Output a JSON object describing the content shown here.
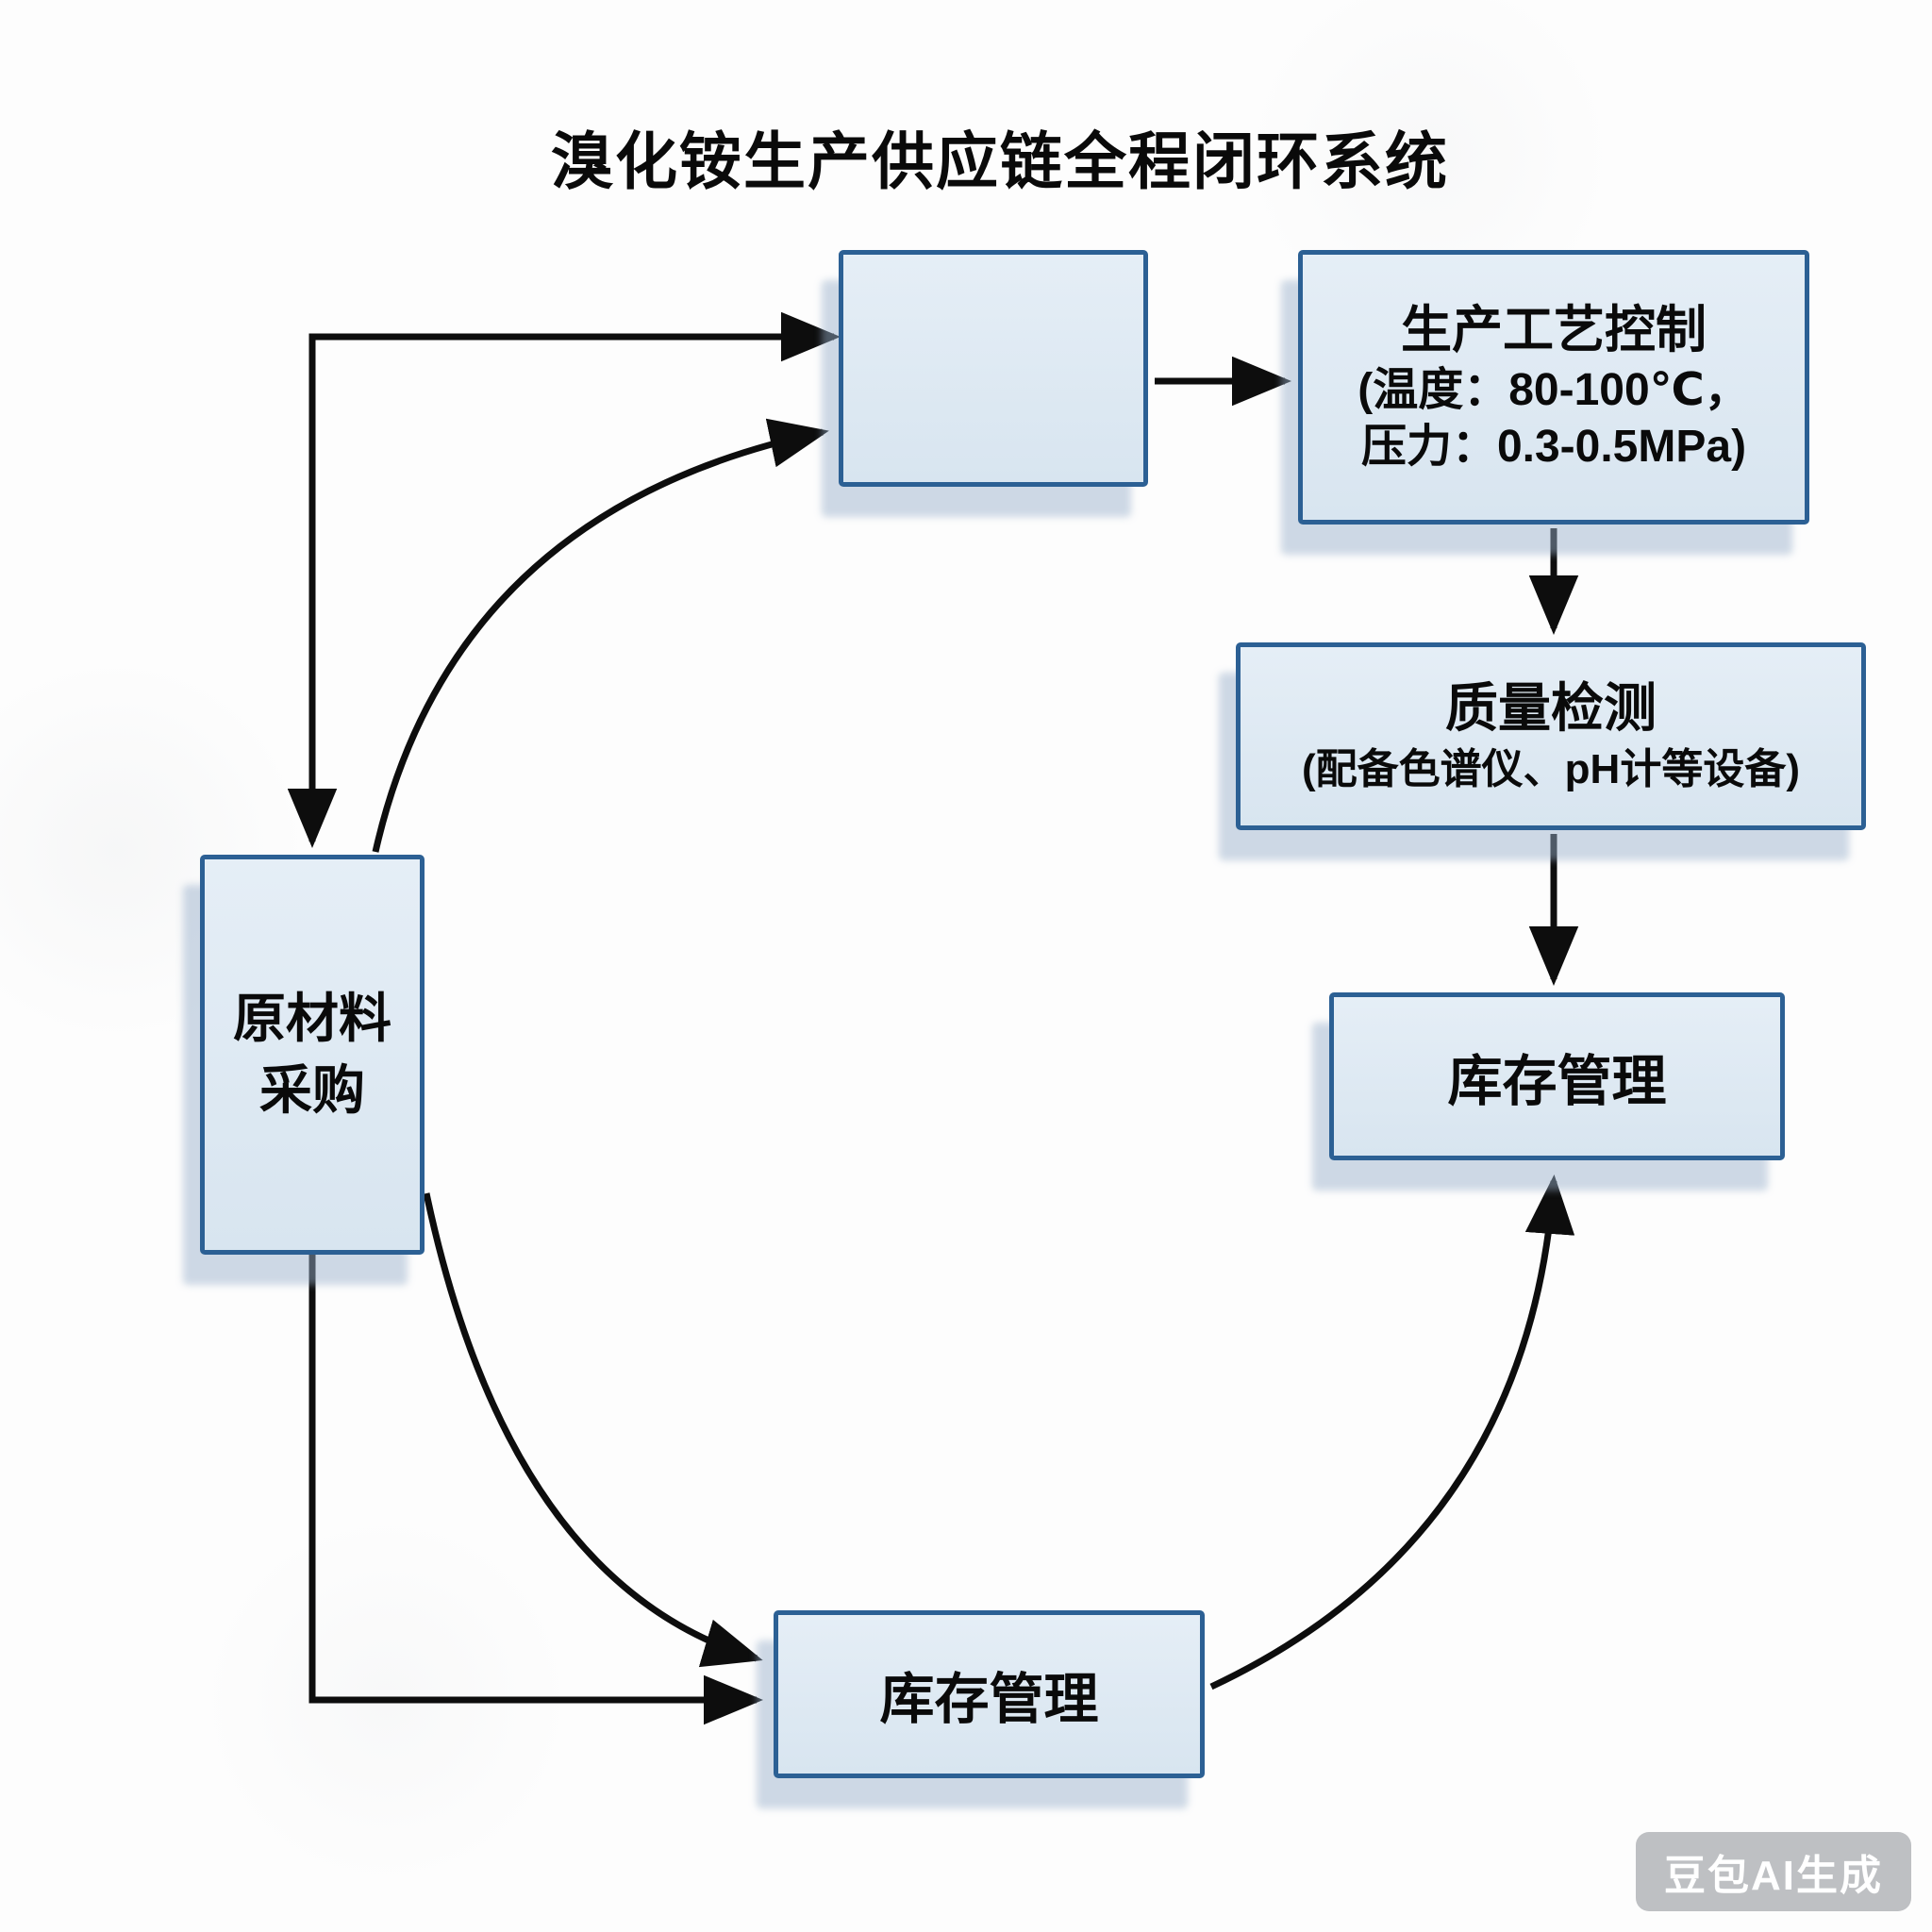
{
  "title": "溴化铵生产供应链全程闭环系统",
  "nodes": {
    "blank": {
      "label": ""
    },
    "process_control": {
      "line1": "生产工艺控制",
      "line2": "(温度：80-100℃，",
      "line3": "压力：0.3-0.5MPa)"
    },
    "quality_check": {
      "line1": "质量检测",
      "line2": "(配备色谱仪、pH计等设备)"
    },
    "inventory_right": {
      "label": "库存管理"
    },
    "raw_material": {
      "line1": "原材料",
      "line2": "采购"
    },
    "inventory_bottom": {
      "label": "库存管理"
    }
  },
  "watermark": "豆包AI生成",
  "colors": {
    "box_fill": "#dce8f1",
    "box_border": "#2c6094",
    "arrow": "#0d0d0d",
    "shadow": "#98b0ca",
    "watermark_bg": "#80848a",
    "background": "#fdfdfd",
    "text": "#0a0a0a"
  }
}
